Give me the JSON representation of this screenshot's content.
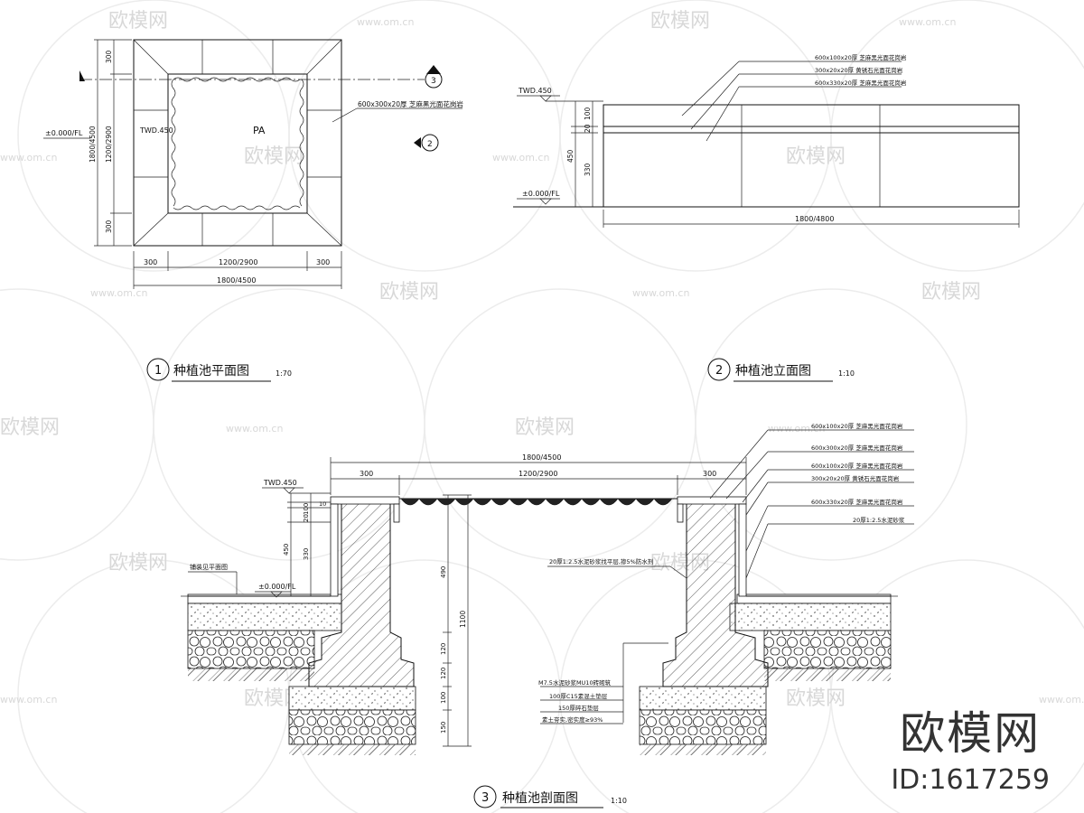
{
  "watermark": {
    "brand": "欧模网",
    "site": "www.om.cn",
    "id": "ID:1617259"
  },
  "plan_view": {
    "number": "1",
    "title": "种植池平面图",
    "scale": "1:70",
    "label_pa": "PA",
    "label_twd": "TWD.450",
    "label_level": "±0.000/FL",
    "callout": "600x300x20厚 芝麻黑光面花岗岩",
    "dims_bottom": [
      "300",
      "1200/2900",
      "300"
    ],
    "dim_total": "1800/4500",
    "dims_left": [
      "300",
      "1200/2900",
      "300"
    ],
    "dim_left_total": "1800/4500",
    "section_mark_3": "3",
    "section_mark_2": "2"
  },
  "elevation": {
    "number": "2",
    "title": "种植池立面图",
    "scale": "1:10",
    "label_twd": "TWD.450",
    "label_level": "±0.000/FL",
    "callouts": [
      "600x100x20厚 芝麻黑光面花岗岩",
      "300x20x20厚 黄锈石光面花岗岩",
      "600x330x20厚 芝麻黑光面花岗岩"
    ],
    "dims_vertical": [
      "100",
      "20",
      "330"
    ],
    "dim_vertical_total": "450",
    "dim_total": "1800/4800"
  },
  "section": {
    "number": "3",
    "title": "种植池剖面图",
    "scale": "1:10",
    "label_twd": "TWD.450",
    "label_level": "±0.000/FL",
    "label_paving": "铺装见平面图",
    "dim_total": "1800/4500",
    "dims_top": [
      "300",
      "1200/2900",
      "300"
    ],
    "dims_left": [
      "10",
      "100",
      "20",
      "330"
    ],
    "dim_left_total": "450",
    "dims_mid": [
      "490",
      "120",
      "120",
      "100",
      "150"
    ],
    "dim_mid_total": "1100",
    "callouts_right": [
      "600x100x20厚 芝麻黑光面花岗岩",
      "600x300x20厚 芝麻黑光面花岗岩",
      "600x100x20厚 芝麻黑光面花岗岩",
      "300x20x20厚 黄锈石光面花岗岩",
      "600x330x20厚 芝麻黑光面花岗岩",
      "20厚1:2.5水泥砂浆"
    ],
    "callout_mid": "20厚1:2.5水泥砂浆找平层,掺5%防水剂",
    "callouts_layers": [
      "M7.5水泥砂浆MU10砖砌筑",
      "100厚C15素混土垫层",
      "150厚碎石垫层",
      "素土夯实,密实度≥93%"
    ]
  }
}
